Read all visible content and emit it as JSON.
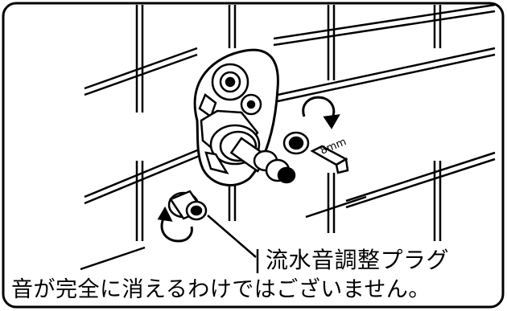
{
  "callout_label": "流水音調整プラグ",
  "notice_text": "音が完全に消えるわけではございません。",
  "wrench_size_label": "8mm",
  "line_color": "#000000",
  "background_color": "#ffffff"
}
